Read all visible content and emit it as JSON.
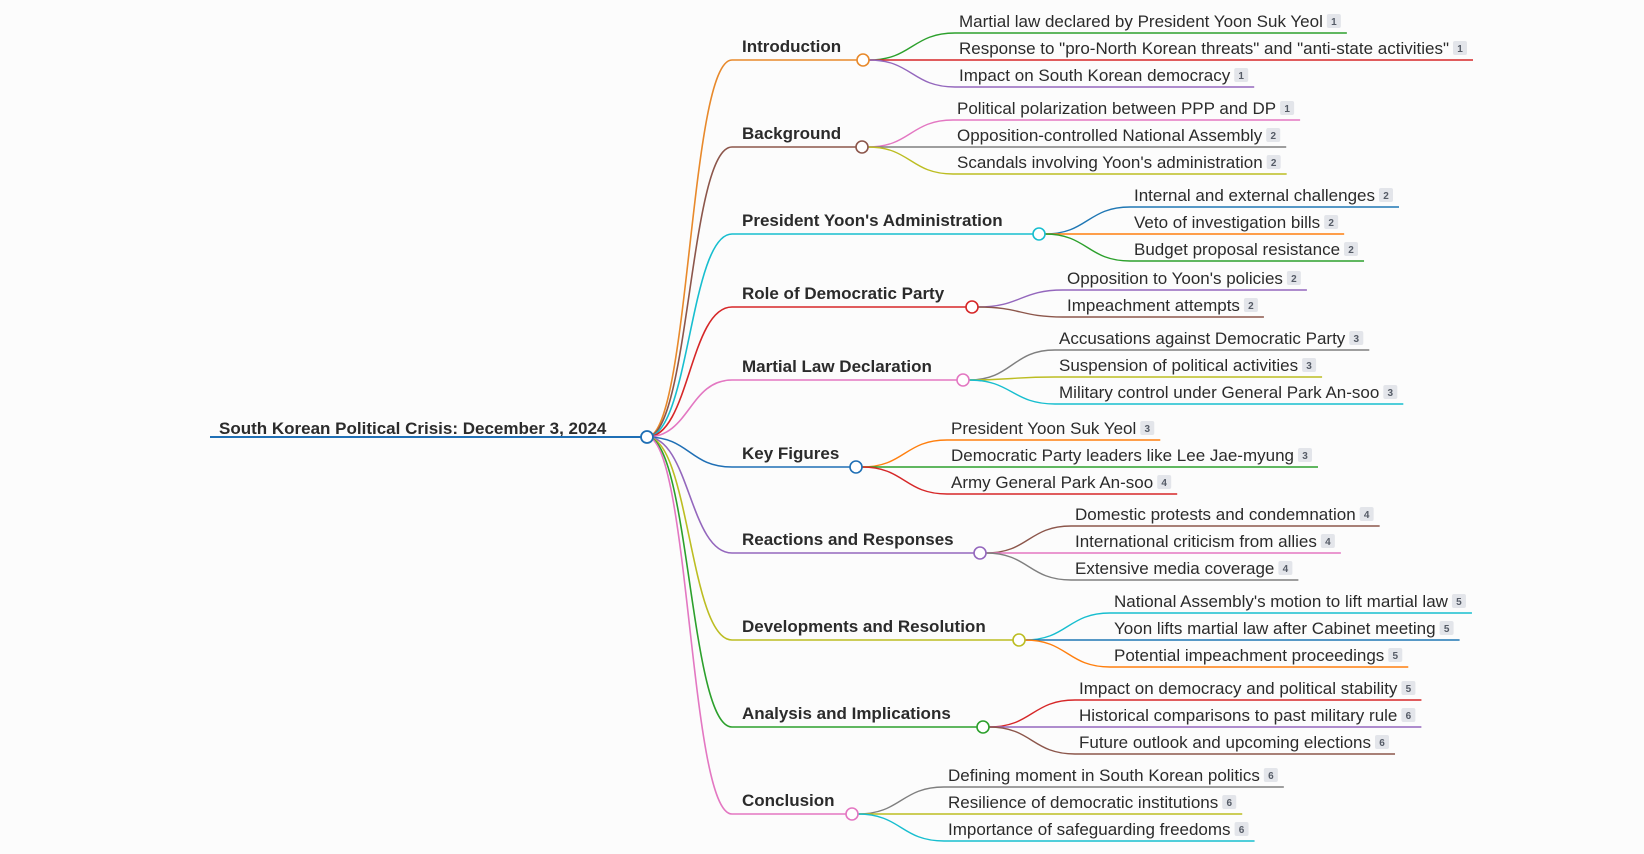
{
  "root": {
    "label": "South Korean Political Crisis: December 3, 2024",
    "color": "#1f6fb5"
  },
  "branches": [
    {
      "label": "Introduction",
      "color": "#e8892b",
      "children": [
        {
          "label": "Martial law declared by President Yoon Suk Yeol",
          "badge": "1",
          "color": "#2ca02c"
        },
        {
          "label": "Response to \"pro-North Korean threats\" and \"anti-state activities\"",
          "badge": "1",
          "color": "#d62728"
        },
        {
          "label": "Impact on South Korean democracy",
          "badge": "1",
          "color": "#9467bd"
        }
      ]
    },
    {
      "label": "Background",
      "color": "#8c564b",
      "children": [
        {
          "label": "Political polarization between PPP and DP",
          "badge": "1",
          "color": "#e377c2"
        },
        {
          "label": "Opposition-controlled National Assembly",
          "badge": "2",
          "color": "#7f7f7f"
        },
        {
          "label": "Scandals involving Yoon's administration",
          "badge": "2",
          "color": "#bcbd22"
        }
      ]
    },
    {
      "label": "President Yoon's Administration",
      "color": "#17becf",
      "children": [
        {
          "label": "Internal and external challenges",
          "badge": "2",
          "color": "#1f77b4"
        },
        {
          "label": "Veto of investigation bills",
          "badge": "2",
          "color": "#ff7f0e"
        },
        {
          "label": "Budget proposal resistance",
          "badge": "2",
          "color": "#2ca02c"
        }
      ]
    },
    {
      "label": "Role of Democratic Party",
      "color": "#d62728",
      "children": [
        {
          "label": "Opposition to Yoon's policies",
          "badge": "2",
          "color": "#9467bd"
        },
        {
          "label": "Impeachment attempts",
          "badge": "2",
          "color": "#8c564b"
        }
      ]
    },
    {
      "label": "Martial Law Declaration",
      "color": "#e377c2",
      "children": [
        {
          "label": "Accusations against Democratic Party",
          "badge": "3",
          "color": "#7f7f7f"
        },
        {
          "label": "Suspension of political activities",
          "badge": "3",
          "color": "#bcbd22"
        },
        {
          "label": "Military control under General Park An-soo",
          "badge": "3",
          "color": "#17becf"
        }
      ]
    },
    {
      "label": "Key Figures",
      "color": "#1f6fb5",
      "children": [
        {
          "label": "President Yoon Suk Yeol",
          "badge": "3",
          "color": "#ff7f0e"
        },
        {
          "label": "Democratic Party leaders like Lee Jae-myung",
          "badge": "3",
          "color": "#2ca02c"
        },
        {
          "label": "Army General Park An-soo",
          "badge": "4",
          "color": "#d62728"
        }
      ]
    },
    {
      "label": "Reactions and Responses",
      "color": "#9467bd",
      "children": [
        {
          "label": "Domestic protests and condemnation",
          "badge": "4",
          "color": "#8c564b"
        },
        {
          "label": "International criticism from allies",
          "badge": "4",
          "color": "#e377c2"
        },
        {
          "label": "Extensive media coverage",
          "badge": "4",
          "color": "#7f7f7f"
        }
      ]
    },
    {
      "label": "Developments and Resolution",
      "color": "#bcbd22",
      "children": [
        {
          "label": "National Assembly's motion to lift martial law",
          "badge": "5",
          "color": "#17becf"
        },
        {
          "label": "Yoon lifts martial law after Cabinet meeting",
          "badge": "5",
          "color": "#1f77b4"
        },
        {
          "label": "Potential impeachment proceedings",
          "badge": "5",
          "color": "#ff7f0e"
        }
      ]
    },
    {
      "label": "Analysis and Implications",
      "color": "#2ca02c",
      "children": [
        {
          "label": "Impact on democracy and political stability",
          "badge": "5",
          "color": "#d62728"
        },
        {
          "label": "Historical comparisons to past military rule",
          "badge": "6",
          "color": "#9467bd"
        },
        {
          "label": "Future outlook and upcoming elections",
          "badge": "6",
          "color": "#8c564b"
        }
      ]
    },
    {
      "label": "Conclusion",
      "color": "#e377c2",
      "children": [
        {
          "label": "Defining moment in South Korean politics",
          "badge": "6",
          "color": "#7f7f7f"
        },
        {
          "label": "Resilience of democratic institutions",
          "badge": "6",
          "color": "#bcbd22"
        },
        {
          "label": "Importance of safeguarding freedoms",
          "badge": "6",
          "color": "#17becf"
        }
      ]
    }
  ]
}
